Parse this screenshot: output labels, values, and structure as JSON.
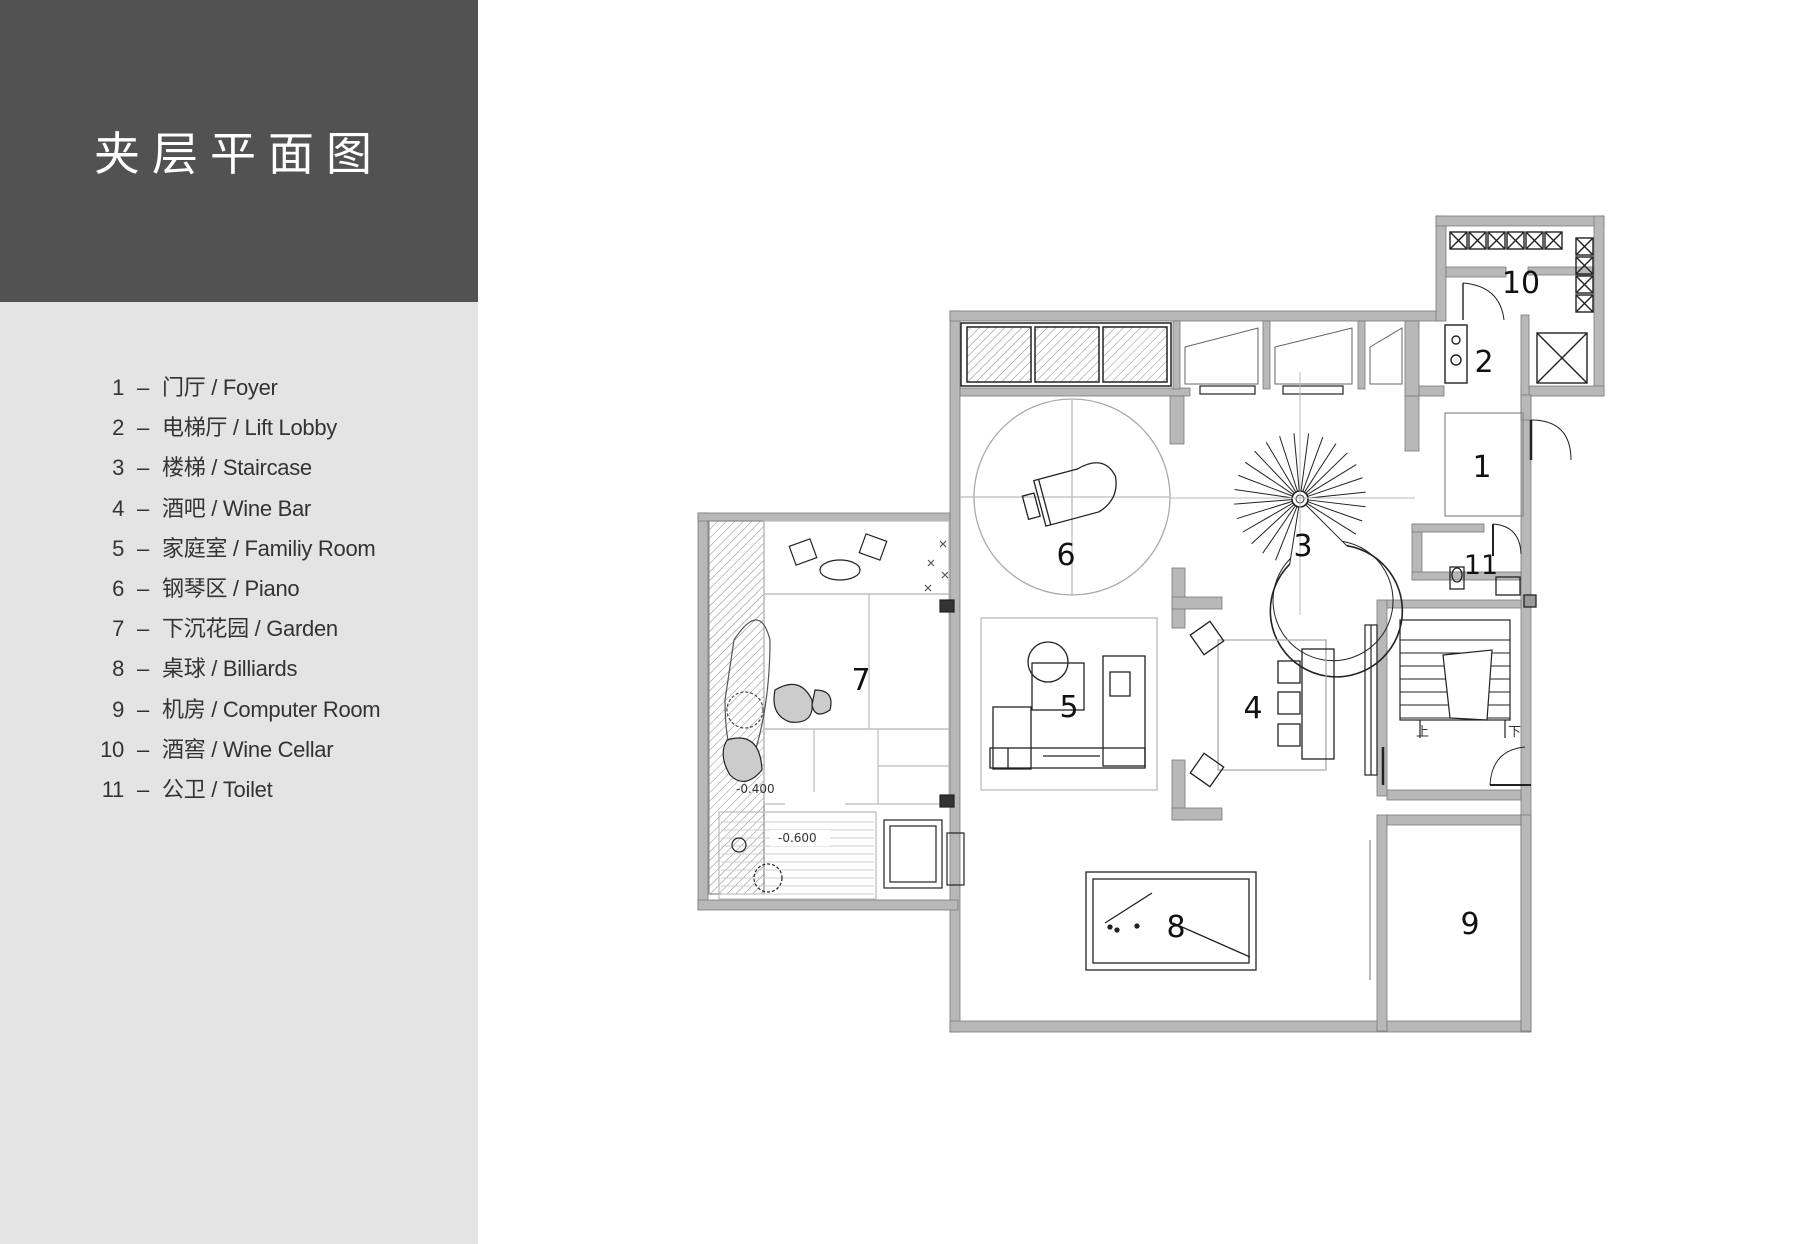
{
  "title": "夹层平面图",
  "legend": [
    {
      "num": "1",
      "cn": "门厅",
      "en": "Foyer"
    },
    {
      "num": "2",
      "cn": "电梯厅",
      "en": "Lift Lobby"
    },
    {
      "num": "3",
      "cn": "楼梯",
      "en": "Staircase"
    },
    {
      "num": "4",
      "cn": "酒吧",
      "en": "Wine Bar"
    },
    {
      "num": "5",
      "cn": "家庭室",
      "en": "Familiy Room"
    },
    {
      "num": "6",
      "cn": "钢琴区",
      "en": "Piano"
    },
    {
      "num": "7",
      "cn": "下沉花园",
      "en": "Garden"
    },
    {
      "num": "8",
      "cn": "桌球",
      "en": "Billiards"
    },
    {
      "num": "9",
      "cn": "机房",
      "en": "Computer Room"
    },
    {
      "num": "10",
      "cn": "酒窖",
      "en": "Wine Cellar"
    },
    {
      "num": "11",
      "cn": "公卫",
      "en": "Toilet"
    }
  ],
  "plan": {
    "room_labels": {
      "r1": "1",
      "r2": "2",
      "r3": "3",
      "r4": "4",
      "r5": "5",
      "r6": "6",
      "r7": "7",
      "r8": "8",
      "r9": "9",
      "r10": "10",
      "r11": "11"
    },
    "level_marks": {
      "garden_low": "-0.400",
      "garden_deck": "-0.600"
    },
    "stair_marks": {
      "up": "上",
      "down": "下"
    }
  },
  "colors": {
    "title_bg": "#525252",
    "sidebar_bg": "#e4e4e4",
    "wall": "#b8b8b8",
    "line": "#222222"
  }
}
